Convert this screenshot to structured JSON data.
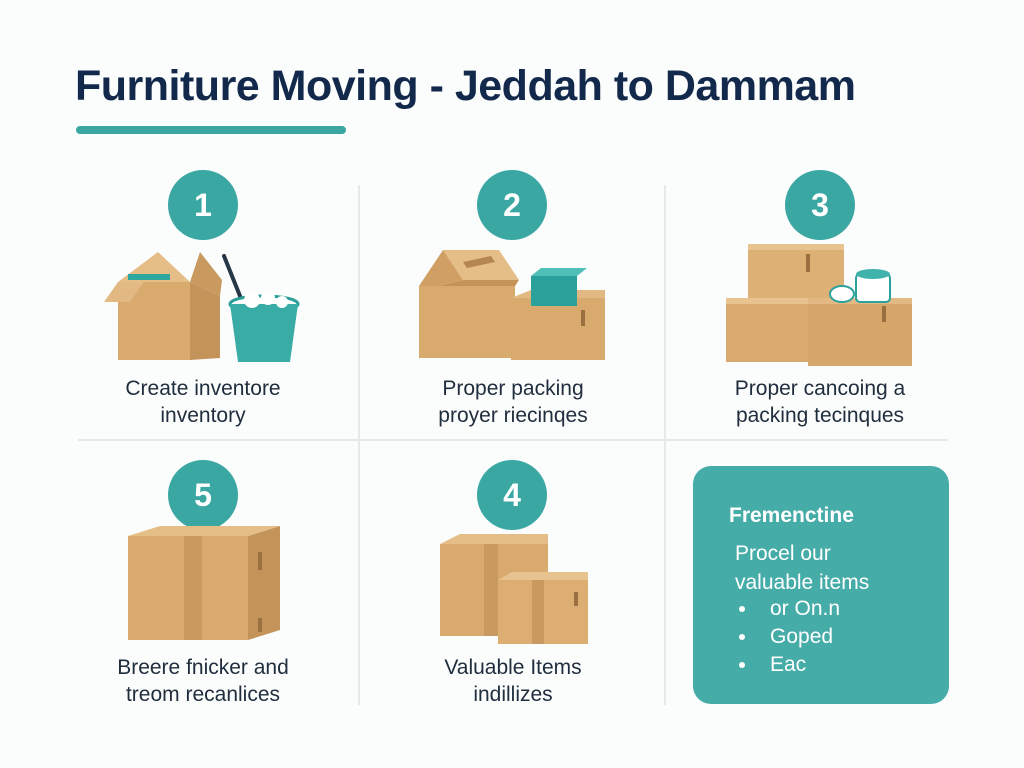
{
  "header": {
    "title": "Furniture Moving - Jeddah to Dammam"
  },
  "colors": {
    "accent": "#3aa7a3",
    "title": "#13294b",
    "box": "#d9aa6e",
    "card": "#46aca8"
  },
  "steps": [
    {
      "number": "1",
      "line1": "Create inventore",
      "line2": "inventory",
      "illustration": "open-box-and-bucket"
    },
    {
      "number": "2",
      "line1": "Proper packing",
      "line2": "proyer riecinqes",
      "illustration": "packed-boxes"
    },
    {
      "number": "3",
      "line1": "Proper cancoing a",
      "line2": "packing tecinques",
      "illustration": "stacked-boxes-and-cup"
    },
    {
      "number": "5",
      "line1": "Breere fnicker and",
      "line2": "treom recanlices",
      "illustration": "large-box"
    },
    {
      "number": "4",
      "line1": "Valuable Items",
      "line2": "indillizes",
      "illustration": "two-boxes"
    }
  ],
  "info_card": {
    "title": "Fremenctine",
    "body_line1": "Procel our",
    "body_line2": "valuable items",
    "bullets": [
      "or On.n",
      "Goped",
      "Eac"
    ]
  }
}
